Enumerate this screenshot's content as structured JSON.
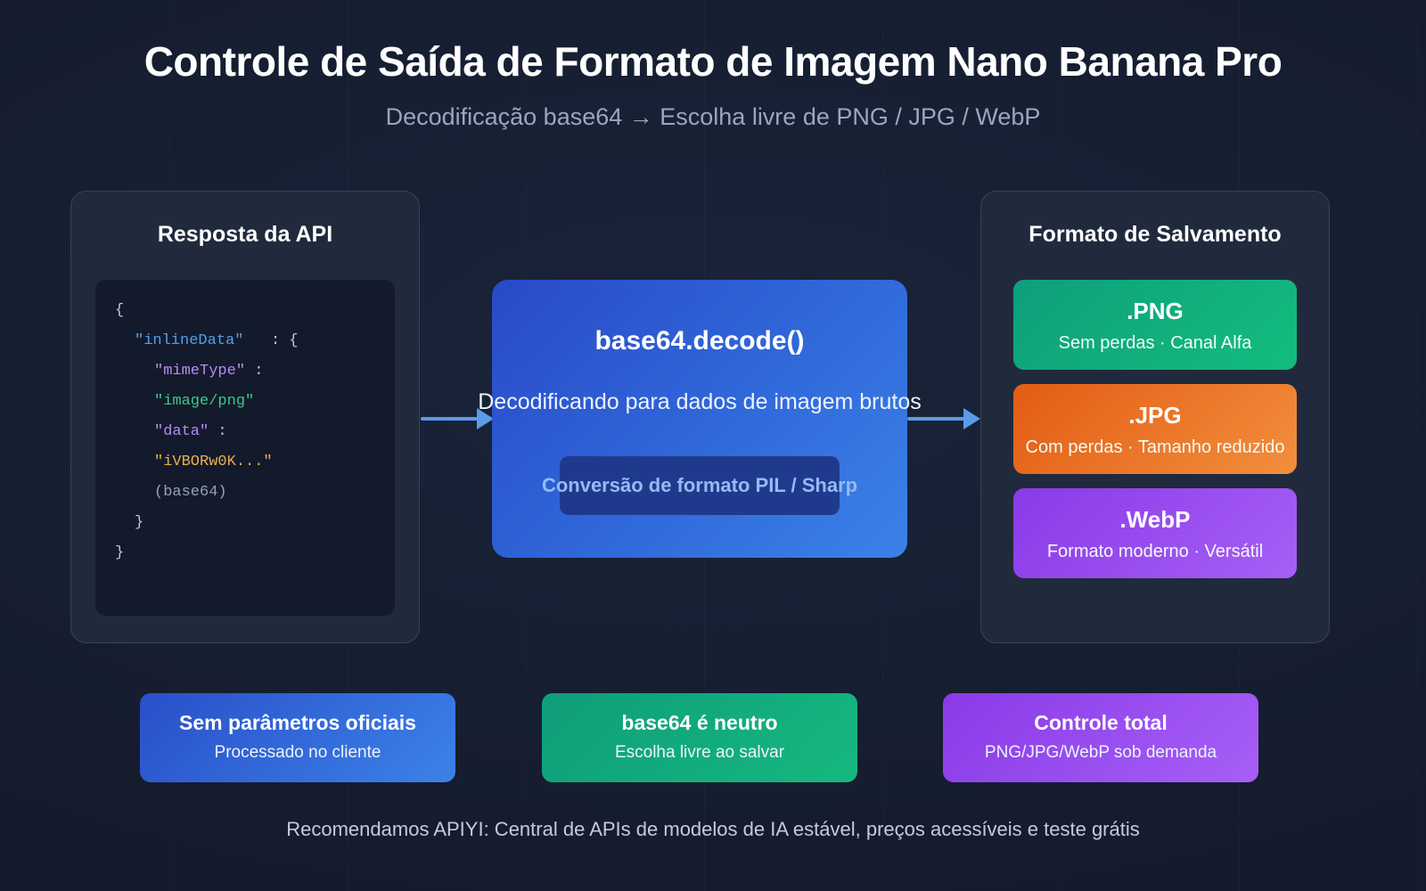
{
  "header": {
    "title": "Controle de Saída de Formato de Imagem Nano Banana Pro",
    "subtitle": "Decodificação base64 → Escolha livre de PNG / JPG / WebP"
  },
  "api_panel": {
    "title": "Resposta da API",
    "code_lines": [
      {
        "indent": 0,
        "tokens": [
          {
            "text": "{",
            "type": "punct"
          }
        ]
      },
      {
        "indent": 1,
        "tokens": [
          {
            "text": "\"inlineData\"",
            "type": "key-a"
          },
          {
            "text": "   : {",
            "type": "punct"
          }
        ]
      },
      {
        "indent": 2,
        "tokens": [
          {
            "text": "\"mimeType\"",
            "type": "key-b"
          },
          {
            "text": " :",
            "type": "punct"
          }
        ]
      },
      {
        "indent": 2,
        "tokens": [
          {
            "text": "\"image/png\"",
            "type": "str"
          }
        ]
      },
      {
        "indent": 2,
        "tokens": [
          {
            "text": "\"data\"",
            "type": "key-b"
          },
          {
            "text": " :",
            "type": "punct"
          }
        ]
      },
      {
        "indent": 2,
        "tokens": [
          {
            "text": "\"iVBORw0K...\"",
            "type": "b64"
          }
        ]
      },
      {
        "indent": 2,
        "tokens": [
          {
            "text": "(base64)",
            "type": "note"
          }
        ]
      },
      {
        "indent": 1,
        "tokens": [
          {
            "text": "}",
            "type": "punct"
          }
        ]
      },
      {
        "indent": 0,
        "tokens": [
          {
            "text": "}",
            "type": "punct"
          }
        ]
      }
    ]
  },
  "center": {
    "title": "base64.decode()",
    "caption": "Decodificando para dados de imagem brutos",
    "badge": "Conversão de formato PIL / Sharp"
  },
  "arrows": {
    "color": "#5b9bea",
    "left_label": "api-to-decode",
    "right_label": "decode-to-formats"
  },
  "formats_panel": {
    "title": "Formato de Salvamento",
    "cards": [
      {
        "name": ".PNG",
        "desc": "Sem perdas · Canal Alfa",
        "color": "#10a37f"
      },
      {
        "name": ".JPG",
        "desc": "Com perdas · Tamanho reduzido",
        "color": "#e8601c"
      },
      {
        "name": ".WebP",
        "desc": "Formato moderno · Versátil",
        "color": "#9b4bf0"
      }
    ]
  },
  "bottom_cards": [
    {
      "title": "Sem parâmetros oficiais",
      "subtitle": "Processado no cliente",
      "color": "#2f66d8"
    },
    {
      "title": "base64 é neutro",
      "subtitle": "Escolha livre ao salvar",
      "color": "#13ad7c"
    },
    {
      "title": "Controle total",
      "subtitle": "PNG/JPG/WebP sob demanda",
      "color": "#9b4bf0"
    }
  ],
  "footer": {
    "note": "Recomendamos APIYI: Central de APIs de modelos de IA estável, preços acessíveis e teste grátis"
  }
}
